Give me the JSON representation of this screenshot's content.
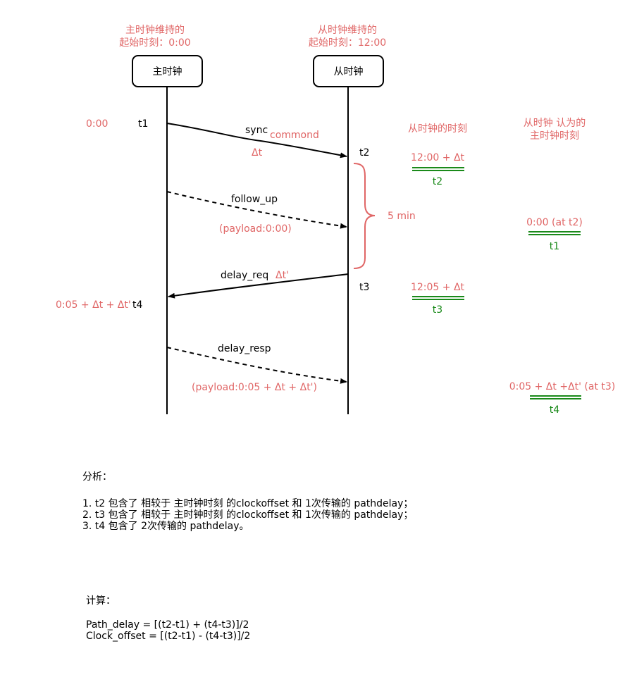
{
  "master": {
    "caption_line1": "主时钟维持的",
    "caption_line2": "起始时刻：0:00",
    "box_label": "主时钟"
  },
  "slave": {
    "caption_line1": "从时钟维持的",
    "caption_line2": "起始时刻：12:00",
    "box_label": "从时钟"
  },
  "events": {
    "master_time": "0:00",
    "t1": "t1",
    "t2": "t2",
    "t3": "t3",
    "t4": "t4",
    "t4_time": "0:05 + Δt + Δt'"
  },
  "messages": {
    "sync": "sync",
    "sync_note": "commond",
    "sync_delta": "Δt",
    "follow_up": "follow_up",
    "follow_up_payload": "(payload:0:00)",
    "delay_req": "delay_req",
    "delay_req_delta": "Δt'",
    "delay_resp": "delay_resp",
    "delay_resp_payload": "(payload:0:05 + Δt + Δt')"
  },
  "interval": "5 min",
  "columns": {
    "slave_time_header": "从时钟的时刻",
    "slave_view_header_line1": "从时钟 认为的",
    "slave_view_header_line2": "主时钟时刻"
  },
  "values": {
    "t2_value": "12:00 + Δt",
    "t2_label": "t2",
    "t3_value": "12:05 + Δt",
    "t3_label": "t3",
    "t1_value": "0:00 (at t2)",
    "t1_label": "t1",
    "t4_value": "0:05 + Δt +Δt' (at t3)",
    "t4_label": "t4"
  },
  "analysis": {
    "title": "分析：",
    "items": [
      "1. t2 包含了 相较于 主时钟时刻 的clockoffset 和 1次传输的 pathdelay；",
      "2. t3 包含了 相较于 主时钟时刻 的clockoffset 和 1次传输的 pathdelay；",
      "3. t4 包含了 2次传输的 pathdelay。"
    ]
  },
  "calculation": {
    "title": "计算：",
    "path_delay": "Path_delay = [(t2-t1) + (t4-t3)]/2",
    "clock_offset": "Clock_offset = [(t2-t1) - (t4-t3)]/2"
  },
  "colors": {
    "annotation": "#e06666",
    "result": "#1a8a1a",
    "line": "#000000"
  }
}
